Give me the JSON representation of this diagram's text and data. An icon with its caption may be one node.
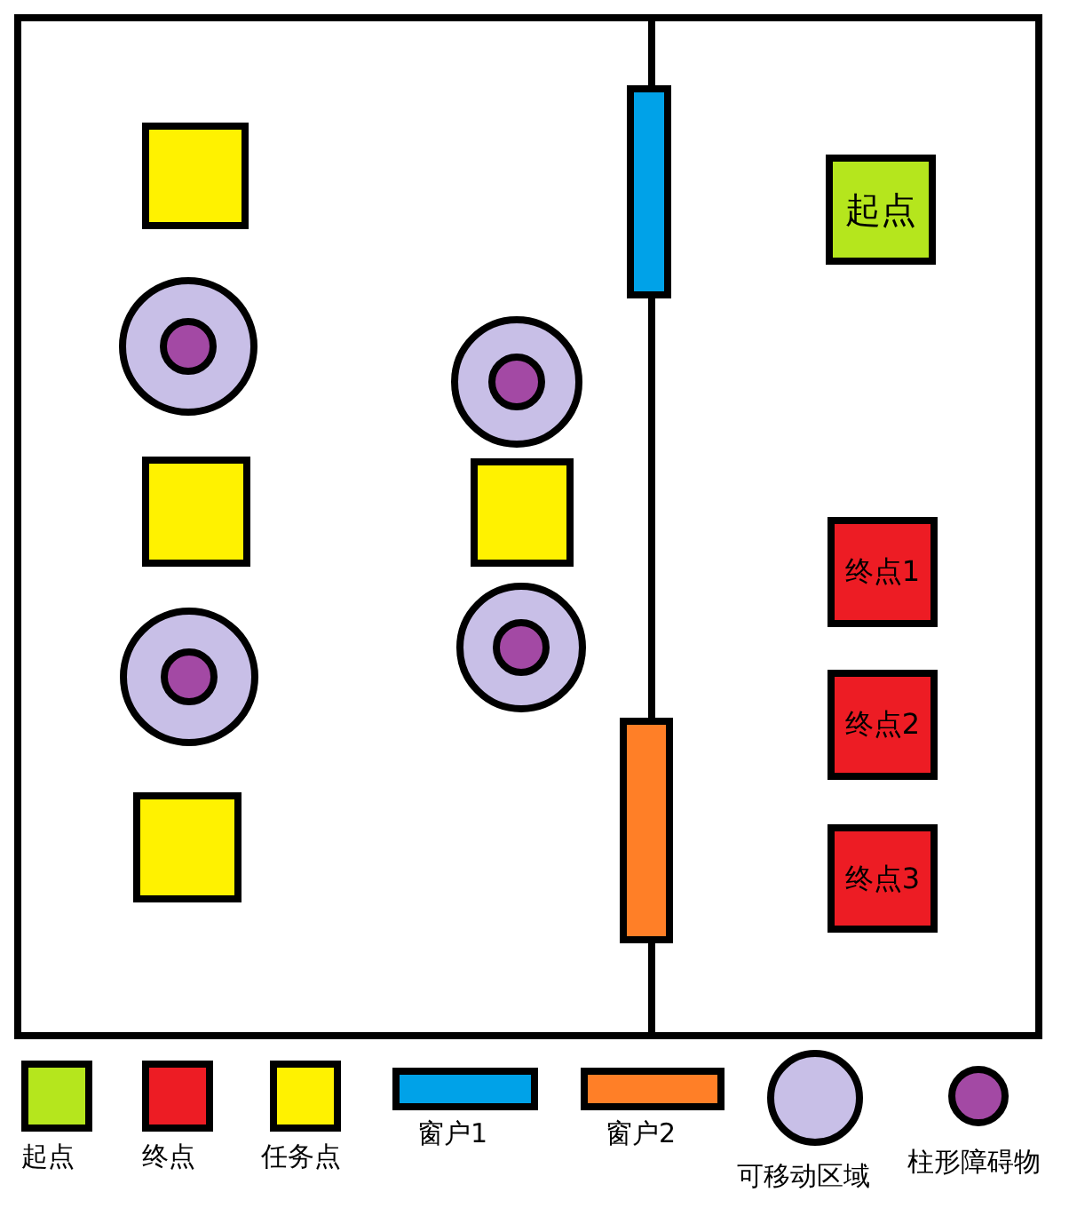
{
  "diagram": {
    "nodes": [
      {
        "text": [],
        "shape": "box"
      },
      {
        "text": [],
        "shape": "bar"
      },
      {
        "text": [
          "起点"
        ]
      },
      {
        "text": [],
        "shape": "circle"
      },
      {
        "text": [],
        "shape": "circle"
      },
      {
        "text": [],
        "shape": "box"
      },
      {
        "text": [],
        "shape": "box"
      },
      {
        "text": [
          "终点1"
        ]
      },
      {
        "text": [],
        "shape": "circle"
      },
      {
        "text": [],
        "shape": "circle"
      },
      {
        "text": [
          "终点2"
        ]
      },
      {
        "text": [],
        "shape": "bar"
      },
      {
        "text": [],
        "shape": "box"
      },
      {
        "text": [
          "终点3"
        ]
      }
    ],
    "legend": [
      {
        "text": "起点",
        "color": "#b5e61d"
      },
      {
        "text": "终点",
        "color": "#ed1c24"
      },
      {
        "text": "任务点",
        "color": "#fff200"
      },
      {
        "text": "窗户1",
        "color": "#00a2e8"
      },
      {
        "text": "窗户2",
        "color": "#ff7f27"
      },
      {
        "text": "可移动区域",
        "color": "#c8bfe7"
      },
      {
        "text": "柱形障碍物",
        "color": "#a349a4"
      }
    ]
  }
}
